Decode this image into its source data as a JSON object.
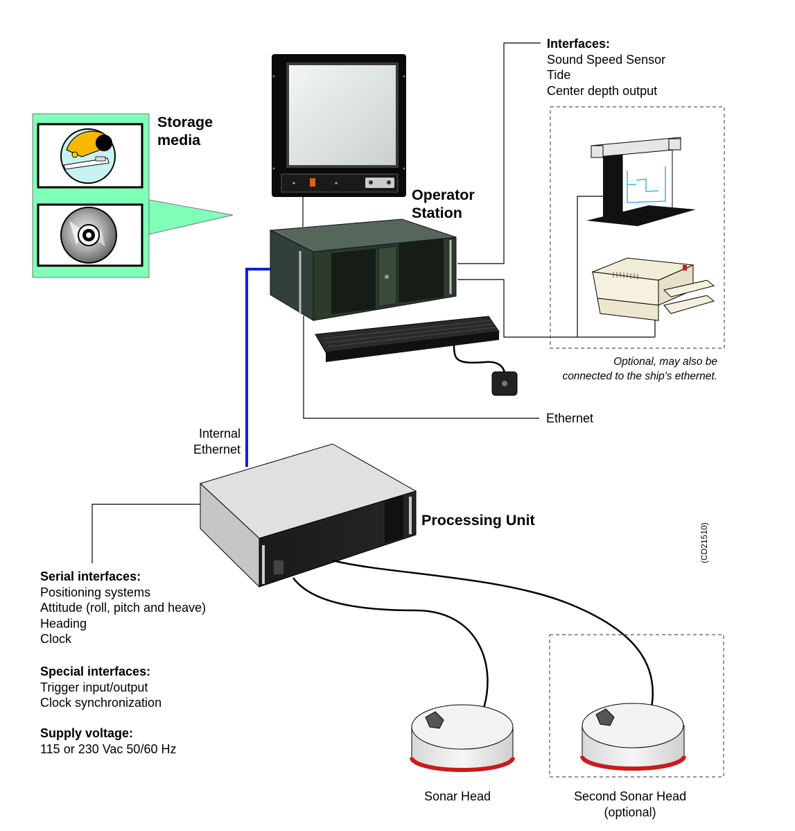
{
  "storage": {
    "title_line1": "Storage",
    "title_line2": "media"
  },
  "operator": {
    "title_line1": "Operator",
    "title_line2": "Station"
  },
  "interfaces": {
    "title": "Interfaces:",
    "items": [
      "Sound Speed Sensor",
      "Tide",
      "Center depth output"
    ]
  },
  "optional_note": {
    "line1": "Optional, may also  be",
    "line2": "connected to the ship's ethernet."
  },
  "ethernet_label": "Ethernet",
  "internal_ethernet": {
    "line1": "Internal",
    "line2": "Ethernet"
  },
  "processing_unit": "Processing Unit",
  "serial_interfaces": {
    "title": "Serial interfaces:",
    "items": [
      "Positioning systems",
      "Attitude (roll, pitch and heave)",
      "Heading",
      "Clock"
    ]
  },
  "special_interfaces": {
    "title": "Special interfaces:",
    "items": [
      "Trigger input/output",
      "Clock synchronization"
    ]
  },
  "supply_voltage": {
    "title": "Supply voltage:",
    "value": "115 or 230 Vac 50/60 Hz"
  },
  "sonar_head": "Sonar Head",
  "second_sonar_head": {
    "line1": "Second Sonar Head",
    "line2": "(optional)"
  },
  "figure_code": "(CD21510)",
  "colors": {
    "internal_ethernet_line": "#1020d8",
    "storage_panel": "#80ffb8",
    "cabinet_green": "#2c3a2c",
    "sonar_red": "#cc1a1a",
    "plotter_lines": "#20a8e0"
  }
}
